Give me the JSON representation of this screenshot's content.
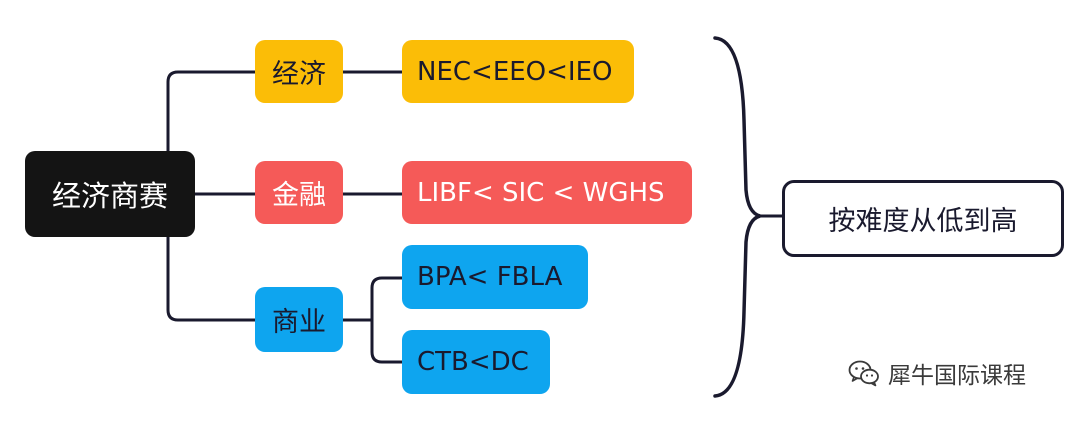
{
  "root": {
    "label": "经济商赛"
  },
  "branches": [
    {
      "label": "经济",
      "color": "#fbbd07",
      "items": [
        "NEC<EEO<IEO"
      ]
    },
    {
      "label": "金融",
      "color": "#f55a58",
      "items": [
        "LIBF< SIC < WGHS"
      ]
    },
    {
      "label": "商业",
      "color": "#0ea5ef",
      "items": [
        "BPA< FBLA",
        "CTB<DC"
      ]
    }
  ],
  "summary": {
    "label": "按难度从低到高"
  },
  "watermark": {
    "text": "犀牛国际课程"
  },
  "colors": {
    "connector": "#1a1a2e",
    "root": "#141414"
  }
}
